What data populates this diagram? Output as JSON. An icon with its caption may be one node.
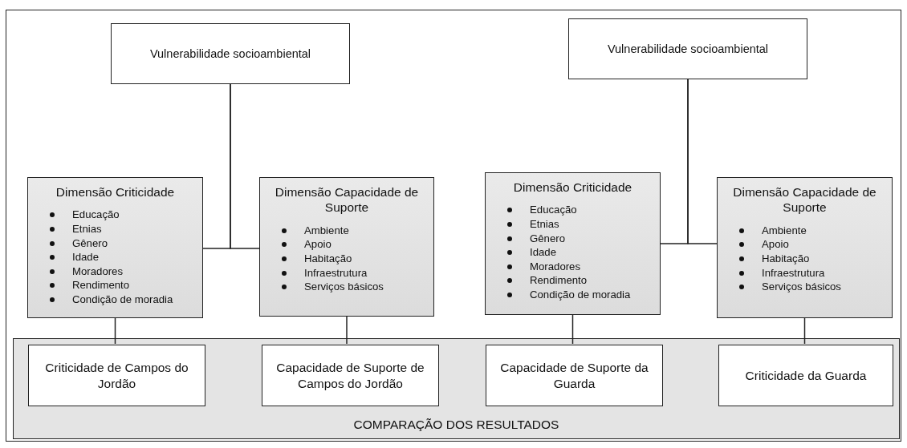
{
  "diagram": {
    "nodes": [
      {
        "text": [
          "Vulnerabilidade socioambiental"
        ]
      },
      {
        "text": [
          "Dimensão Criticidade",
          "Educação",
          "Etnias",
          "Gênero",
          "Idade",
          "Moradores",
          "Rendimento",
          "Condição de moradia"
        ]
      },
      {
        "text": [
          "Dimensão Capacidade de Suporte",
          "Ambiente",
          "Apoio",
          "Habitação",
          "Infraestrutura",
          "Serviços básicos"
        ]
      },
      {
        "text": [
          "Vulnerabilidade socioambiental"
        ]
      },
      {
        "text": [
          "Dimensão Criticidade",
          "Educação",
          "Etnias",
          "Gênero",
          "Idade",
          "Moradores",
          "Rendimento",
          "Condição de moradia"
        ]
      },
      {
        "text": [
          "Dimensão Capacidade de Suporte",
          "Ambiente",
          "Apoio",
          "Habitação",
          "Infraestrutura",
          "Serviços básicos"
        ]
      },
      {
        "text": [
          "COMPARAÇÃO DOS RESULTADOS"
        ]
      },
      {
        "text": [
          "Criticidade de Campos do Jordão"
        ],
        "in": 6
      },
      {
        "text": [
          "Capacidade de Suporte de Campos do Jordão"
        ],
        "in": 6
      },
      {
        "text": [
          "Capacidade de Suporte da Guarda"
        ],
        "in": 6
      },
      {
        "text": [
          "Criticidade da Guarda"
        ],
        "in": 6
      }
    ],
    "edges": [
      {
        "from": 0,
        "to": 1,
        "arrow": "none"
      },
      {
        "from": 0,
        "to": 2,
        "arrow": "none"
      },
      {
        "from": 3,
        "to": 4,
        "arrow": "none"
      },
      {
        "from": 3,
        "to": 5,
        "arrow": "none"
      },
      {
        "from": 1,
        "to": 7,
        "arrow": "none"
      },
      {
        "from": 2,
        "to": 8,
        "arrow": "none"
      },
      {
        "from": 4,
        "to": 9,
        "arrow": "none"
      },
      {
        "from": 5,
        "to": 10,
        "arrow": "none"
      }
    ]
  }
}
